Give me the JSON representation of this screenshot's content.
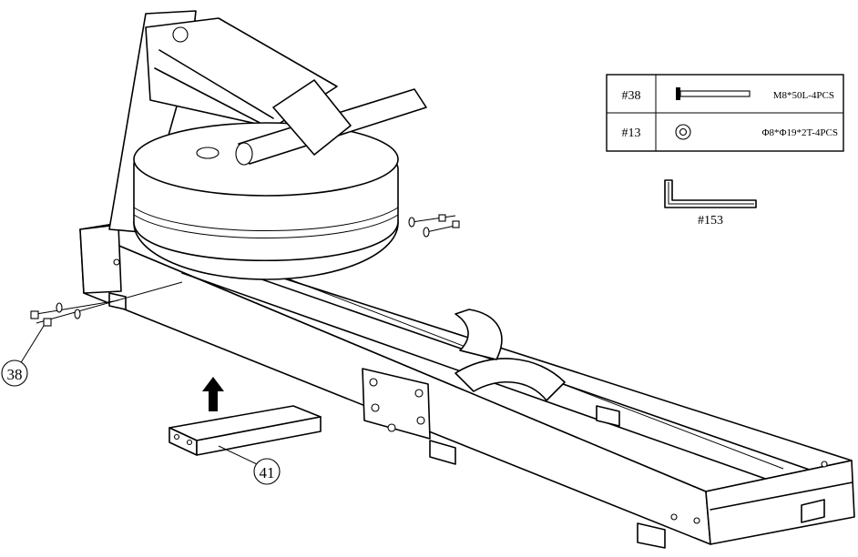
{
  "callouts": {
    "bolt_ref": "38",
    "crossbar_ref": "41"
  },
  "parts_table": {
    "rows": [
      {
        "part": "#38",
        "spec": "M8*50L-4PCS"
      },
      {
        "part": "#13",
        "spec": "Φ8*Φ19*2T-4PCS"
      }
    ]
  },
  "tool": {
    "label": "#153"
  }
}
